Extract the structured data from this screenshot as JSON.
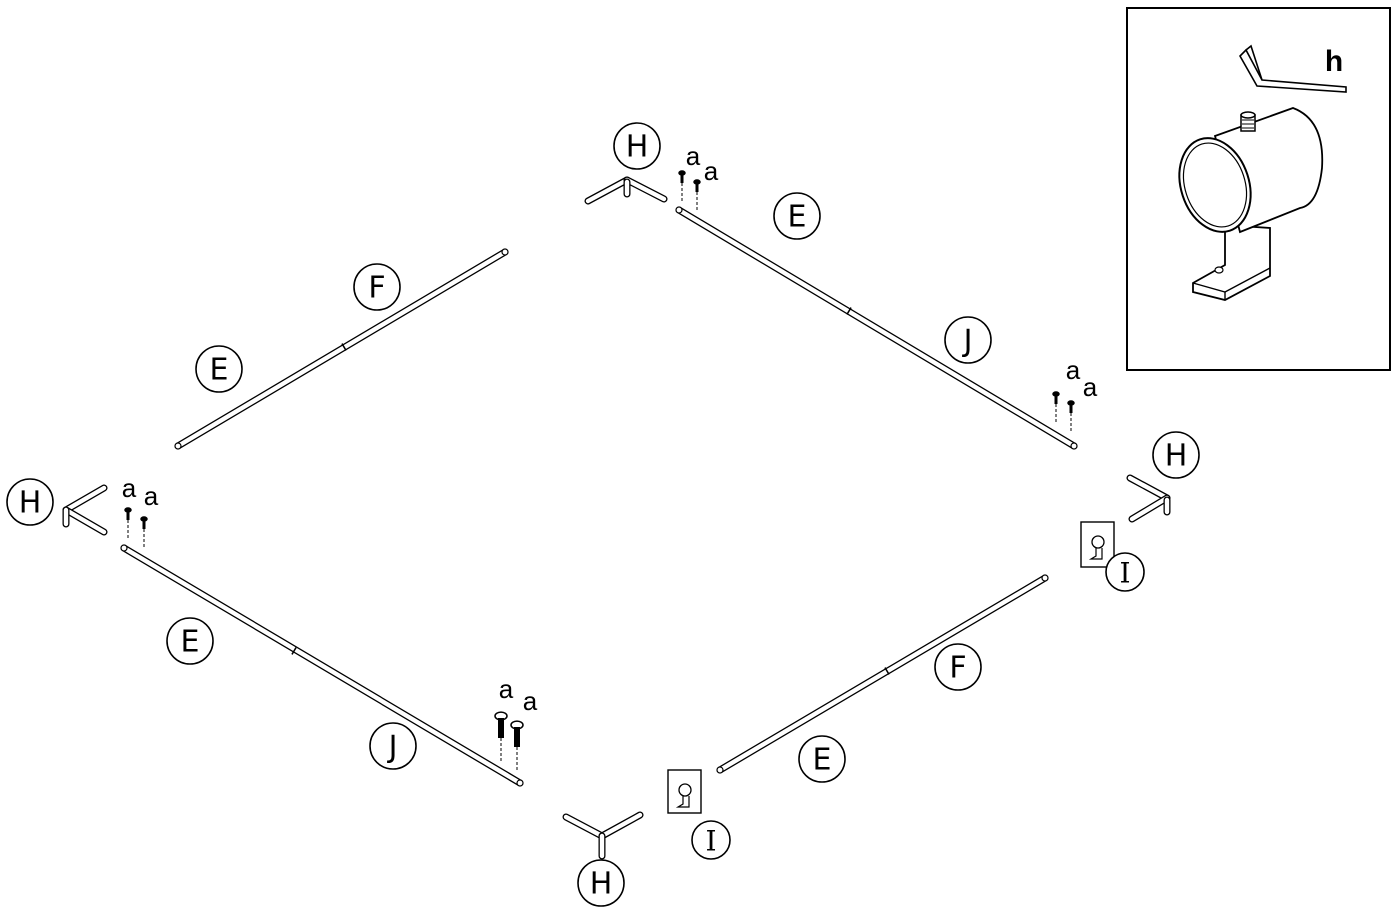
{
  "labels": {
    "E": "E",
    "F": "F",
    "J": "J",
    "H": "H",
    "I": "I",
    "a": "a",
    "h": "h"
  }
}
